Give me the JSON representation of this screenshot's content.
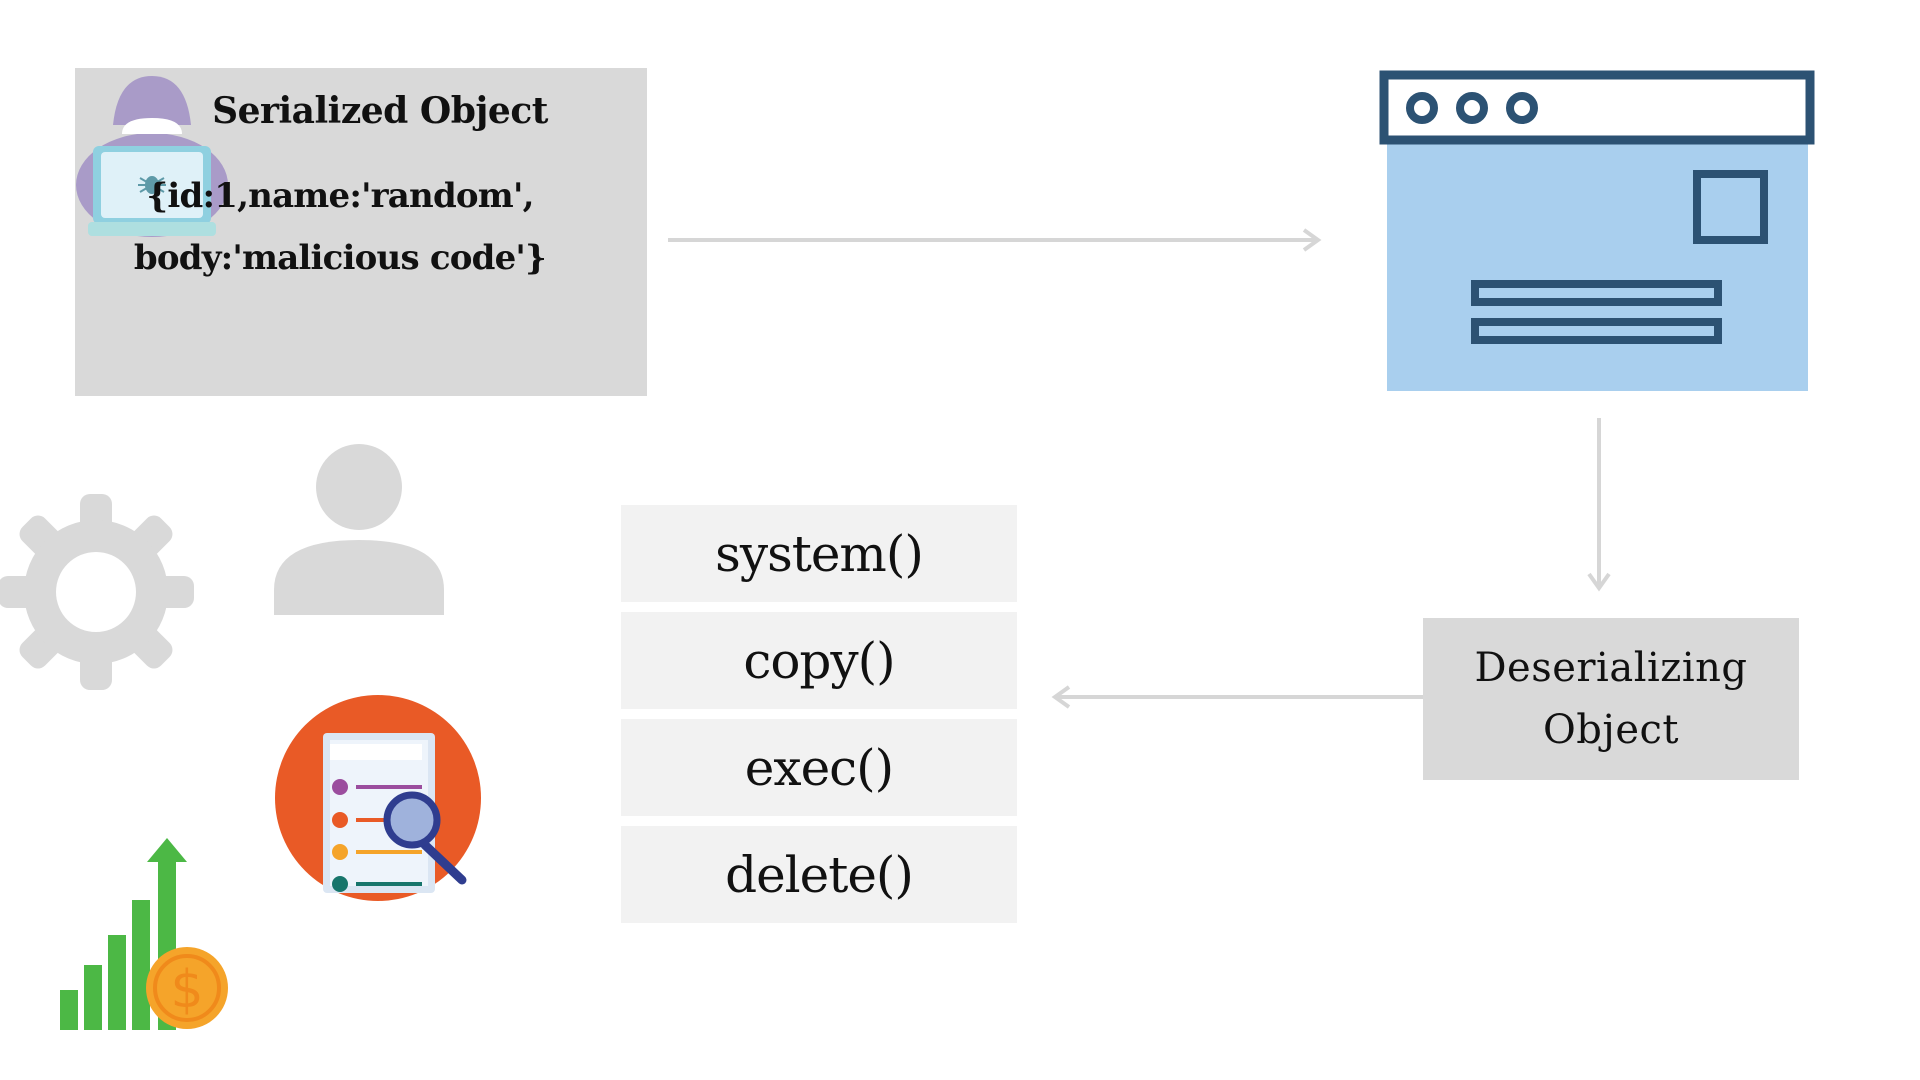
{
  "serialized": {
    "title": "Serialized Object",
    "code_line_1": "{id:1,name:'random',",
    "code_line_2": "body:'malicious code'}"
  },
  "methods": [
    "system()",
    "copy()",
    "exec()",
    "delete()"
  ],
  "deserializing": {
    "line_1": "Deserializing",
    "line_2": "Object"
  },
  "colors": {
    "box_gray": "#d9d9d9",
    "method_bg": "#f2f2f2",
    "browser_blue": "#a9cfee",
    "browser_frame": "#2c5273",
    "arrow_gray": "#d6d6d6",
    "icon_gray": "#d9d9d9",
    "hacker_purple": "#a99bc8",
    "report_orange": "#e95a26",
    "chart_green": "#4cb845",
    "coin_orange": "#f5a42a"
  },
  "icons": [
    "hacker-icon",
    "browser-window-icon",
    "gear-icon",
    "user-icon",
    "report-search-icon",
    "growth-chart-icon",
    "dollar-coin-icon"
  ]
}
